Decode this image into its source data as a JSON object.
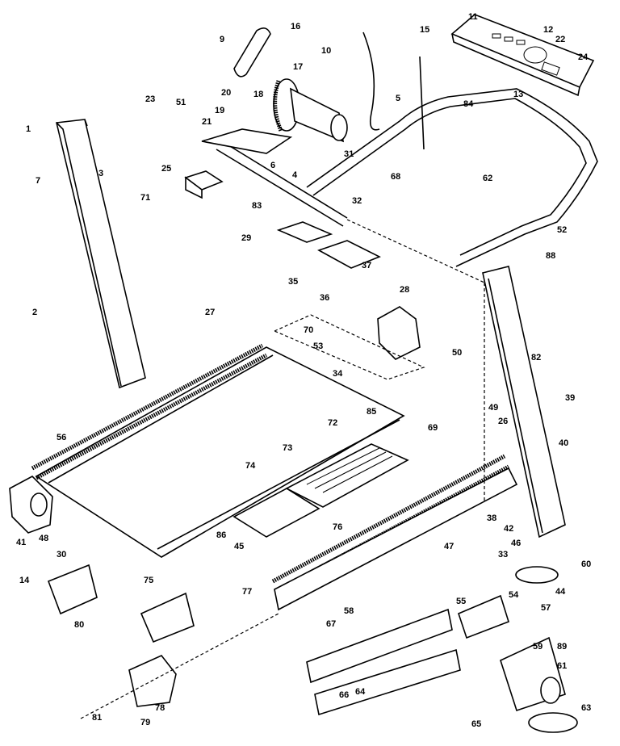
{
  "labels": [
    "1",
    "2",
    "3",
    "4",
    "5",
    "6",
    "7",
    "9",
    "10",
    "11",
    "12",
    "13",
    "14",
    "15",
    "16",
    "17",
    "18",
    "19",
    "20",
    "21",
    "22",
    "23",
    "24",
    "25",
    "26",
    "27",
    "28",
    "29",
    "30",
    "31",
    "32",
    "33",
    "34",
    "35",
    "36",
    "37",
    "38",
    "39",
    "40",
    "41",
    "42",
    "44",
    "45",
    "46",
    "47",
    "48",
    "49",
    "50",
    "51",
    "52",
    "53",
    "54",
    "55",
    "56",
    "57",
    "58",
    "59",
    "60",
    "61",
    "62",
    "63",
    "64",
    "65",
    "66",
    "67",
    "68",
    "69",
    "70",
    "71",
    "72",
    "73",
    "74",
    "75",
    "76",
    "77",
    "78",
    "79",
    "80",
    "81",
    "82",
    "83",
    "84",
    "85",
    "86",
    "88",
    "89"
  ]
}
